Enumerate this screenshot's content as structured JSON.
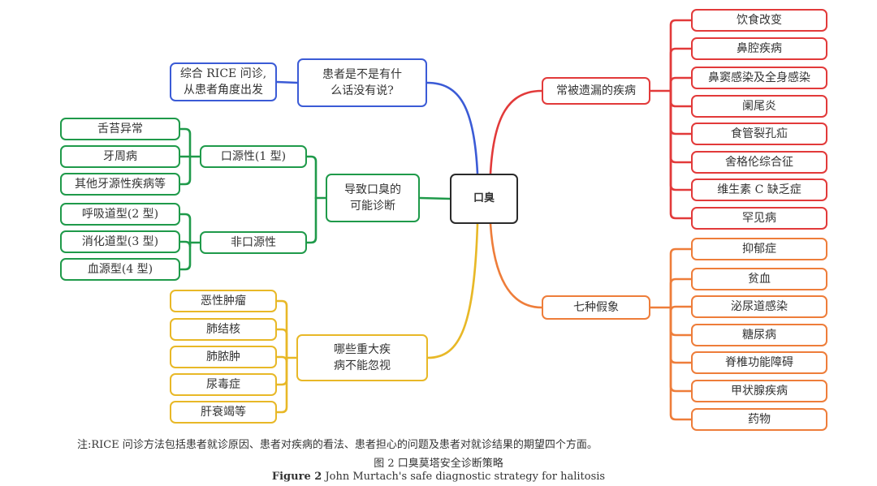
{
  "center": "口臭",
  "blue_branch": {
    "main": "患者是不是有什\n么话没有说?",
    "leaf": "综合 RICE 问诊,\n从患者角度出发"
  },
  "green_branch": {
    "main": "导致口臭的\n可能诊断",
    "type1": {
      "label": "口源性(1 型)",
      "items": [
        "舌苔异常",
        "牙周病",
        "其他牙源性疾病等"
      ]
    },
    "non_oral": {
      "label": "非口源性",
      "items": [
        "呼吸道型(2 型)",
        "消化道型(3 型)",
        "血源型(4 型)"
      ]
    }
  },
  "yellow_branch": {
    "main": "哪些重大疾\n病不能忽视",
    "items": [
      "恶性肿瘤",
      "肺结核",
      "肺脓肿",
      "尿毒症",
      "肝衰竭等"
    ]
  },
  "red_branch": {
    "main": "常被遗漏的疾病",
    "items": [
      "饮食改变",
      "鼻腔疾病",
      "鼻窦感染及全身感染",
      "阑尾炎",
      "食管裂孔疝",
      "舍格伦综合征",
      "维生素 C 缺乏症",
      "罕见病"
    ]
  },
  "orange_branch": {
    "main": "七种假象",
    "items": [
      "抑郁症",
      "贫血",
      "泌尿道感染",
      "糖尿病",
      "脊椎功能障碍",
      "甲状腺疾病",
      "药物"
    ]
  },
  "colors": {
    "blue": "#3b5bd6",
    "green": "#1f9a4a",
    "yellow": "#e8b827",
    "red": "#e23a3a",
    "orange": "#ee7d3a",
    "center": "#2a2a2a"
  },
  "caption": {
    "note": "注:RICE 问诊方法包括患者就诊原因、患者对疾病的看法、患者担心的问题及患者对就诊结果的期望四个方面。",
    "figure_cn": "图 2 口臭莫塔安全诊断策略",
    "figure_en_label": "Figure 2",
    "figure_en_text": "John Murtach's safe diagnostic strategy for halitosis"
  }
}
